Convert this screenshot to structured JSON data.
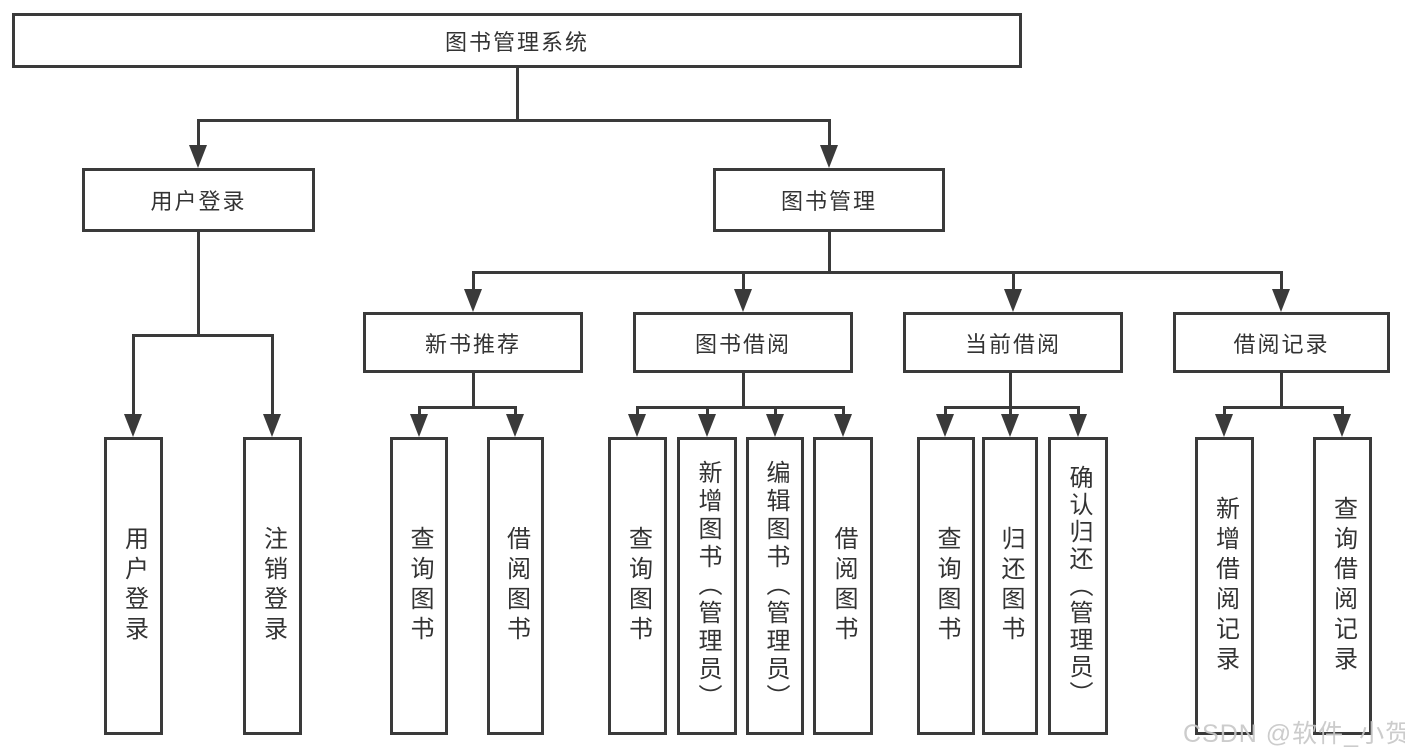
{
  "title": "图书管理系统",
  "watermark": "CSDN @软件_小贺同学",
  "colors": {
    "line": "#3a3a3a",
    "text": "#333333",
    "watermark": "#c8c8c8",
    "background": "#ffffff"
  },
  "tree": {
    "root": "图书管理系统",
    "children": [
      {
        "label": "用户登录",
        "children": [
          {
            "label": "用户登录"
          },
          {
            "label": "注销登录"
          }
        ]
      },
      {
        "label": "图书管理",
        "children": [
          {
            "label": "新书推荐",
            "children": [
              {
                "label": "查询图书"
              },
              {
                "label": "借阅图书"
              }
            ]
          },
          {
            "label": "图书借阅",
            "children": [
              {
                "label": "查询图书"
              },
              {
                "label": "新增图书（管理员）"
              },
              {
                "label": "编辑图书（管理员）"
              },
              {
                "label": "借阅图书"
              }
            ]
          },
          {
            "label": "当前借阅",
            "children": [
              {
                "label": "查询图书"
              },
              {
                "label": "归还图书"
              },
              {
                "label": "确认归还（管理员）"
              }
            ]
          },
          {
            "label": "借阅记录",
            "children": [
              {
                "label": "新增借阅记录"
              },
              {
                "label": "查询借阅记录"
              }
            ]
          }
        ]
      }
    ]
  }
}
